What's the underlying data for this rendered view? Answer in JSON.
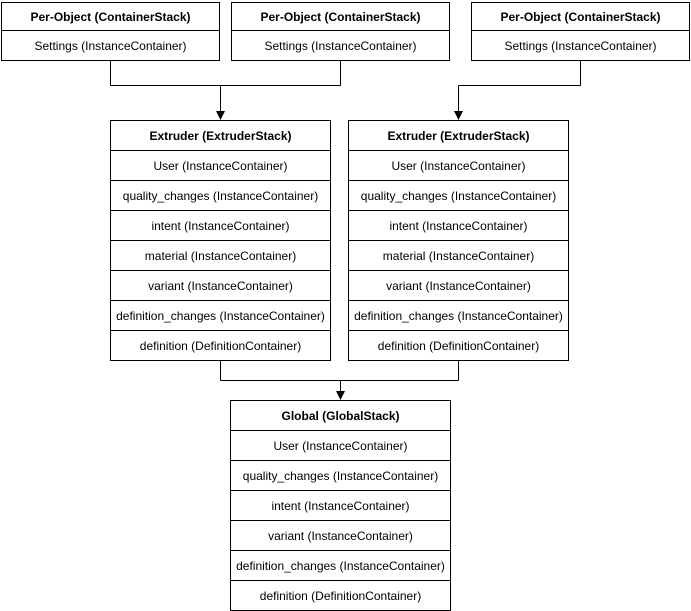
{
  "diagram": {
    "per_object_stacks": [
      {
        "title": "Per-Object (ContainerStack)",
        "rows": [
          "Settings (InstanceContainer)"
        ]
      },
      {
        "title": "Per-Object (ContainerStack)",
        "rows": [
          "Settings (InstanceContainer)"
        ]
      },
      {
        "title": "Per-Object (ContainerStack)",
        "rows": [
          "Settings (InstanceContainer)"
        ]
      }
    ],
    "extruder_stacks": [
      {
        "title": "Extruder (ExtruderStack)",
        "rows": [
          "User (InstanceContainer)",
          "quality_changes (InstanceContainer)",
          "intent (InstanceContainer)",
          "material (InstanceContainer)",
          "variant (InstanceContainer)",
          "definition_changes (InstanceContainer)",
          "definition (DefinitionContainer)"
        ]
      },
      {
        "title": "Extruder (ExtruderStack)",
        "rows": [
          "User (InstanceContainer)",
          "quality_changes (InstanceContainer)",
          "intent (InstanceContainer)",
          "material (InstanceContainer)",
          "variant (InstanceContainer)",
          "definition_changes (InstanceContainer)",
          "definition (DefinitionContainer)"
        ]
      }
    ],
    "global_stack": {
      "title": "Global (GlobalStack)",
      "rows": [
        "User (InstanceContainer)",
        "quality_changes (InstanceContainer)",
        "intent (InstanceContainer)",
        "variant (InstanceContainer)",
        "definition_changes (InstanceContainer)",
        "definition (DefinitionContainer)"
      ]
    },
    "colors": {
      "border": "#000000",
      "background": "#ffffff",
      "text": "#000000",
      "line": "#000000"
    }
  }
}
